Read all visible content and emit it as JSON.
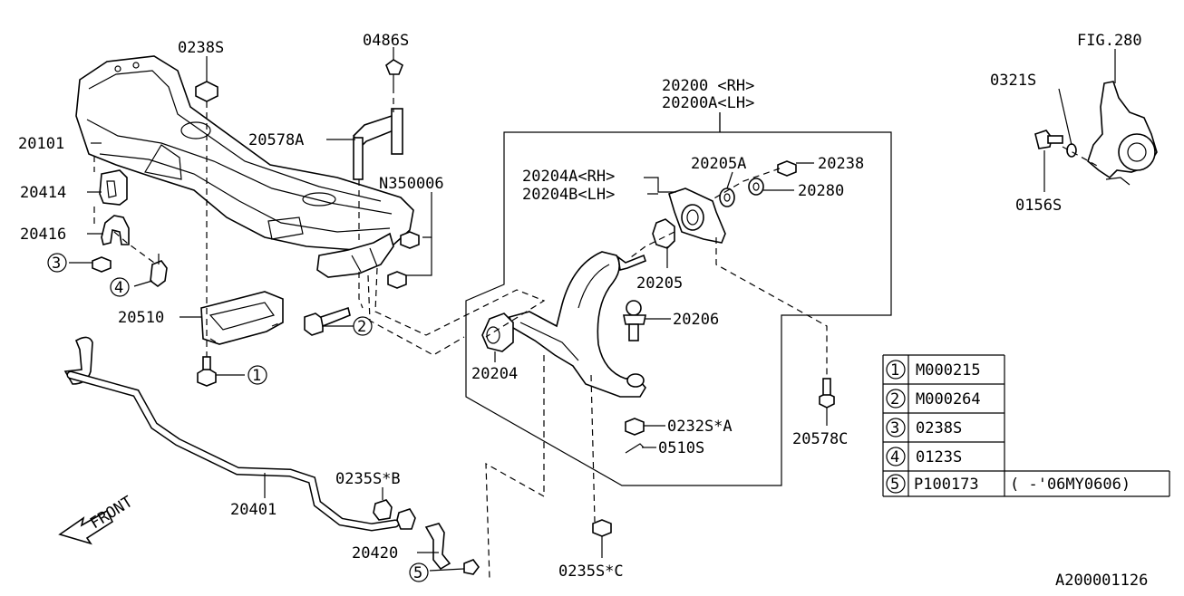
{
  "labels": {
    "p0238s_top": "0238S",
    "p0486s": "0486S",
    "p20101": "20101",
    "p20414": "20414",
    "p20416": "20416",
    "p20578a": "20578A",
    "pN350006": "N350006",
    "p20510": "20510",
    "p20401": "20401",
    "p0235sb": "0235S*B",
    "p20420": "20420",
    "p20200rh": "20200 <RH>",
    "p20200lh": "20200A<LH>",
    "p20204arh": "20204A<RH>",
    "p20204blh": "20204B<LH>",
    "p20205a": "20205A",
    "p20238": "20238",
    "p20280": "20280",
    "p20205": "20205",
    "p20206": "20206",
    "p20204": "20204",
    "p0232sa": "0232S*A",
    "p0510s": "0510S",
    "p20578c": "20578C",
    "p0235sc": "0235S*C",
    "fig280": "FIG.280",
    "p0321s": "0321S",
    "p0156s": "0156S",
    "front": "FRONT",
    "diagram_id": "A200001126"
  },
  "callouts": [
    "1",
    "2",
    "3",
    "4",
    "5"
  ],
  "legend": [
    {
      "num": "1",
      "part": "M000215",
      "note": ""
    },
    {
      "num": "2",
      "part": "M000264",
      "note": ""
    },
    {
      "num": "3",
      "part": "0238S",
      "note": ""
    },
    {
      "num": "4",
      "part": "0123S",
      "note": ""
    },
    {
      "num": "5",
      "part": "P100173",
      "note": "(  -'06MY0606)"
    }
  ]
}
